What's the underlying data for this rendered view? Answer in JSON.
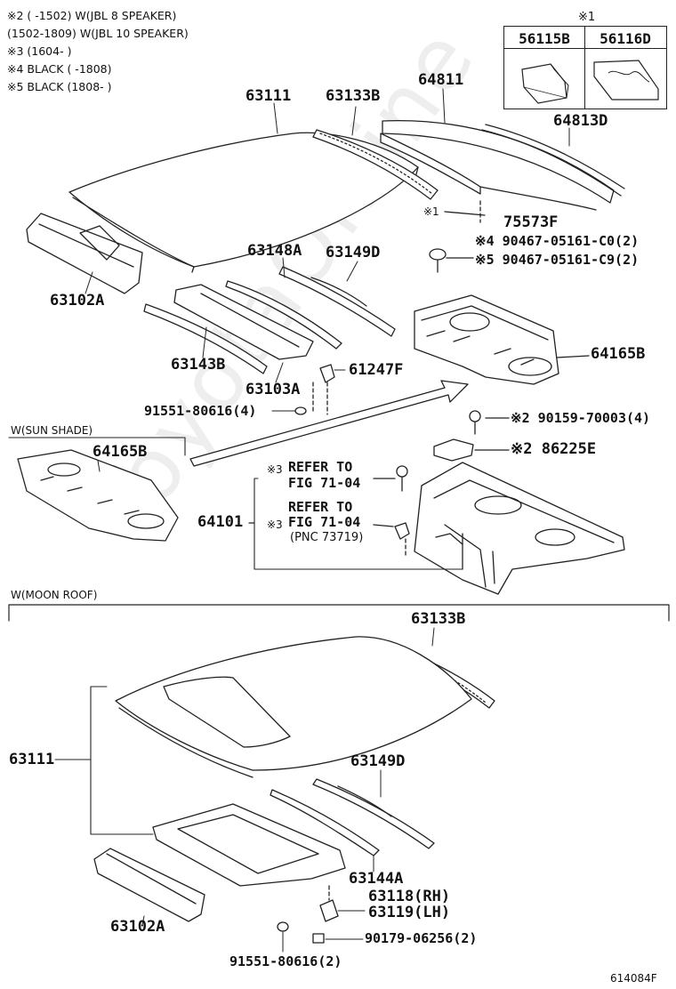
{
  "notes": [
    "※2 (       -1502) W(JBL 8 SPEAKER)",
    "     (1502-1809) W(JBL 10 SPEAKER)",
    "※3 (1604-       )",
    "※4 BLACK (       -1808)",
    "※5 BLACK (1808-       )"
  ],
  "legend": {
    "marker": "※1",
    "col1": "56115B",
    "col2": "56116D"
  },
  "sections": {
    "sun_shade": "W(SUN SHADE)",
    "moon_roof": "W(MOON ROOF)"
  },
  "parts_top": {
    "p63111": "63111",
    "p63133B": "63133B",
    "p64811": "64811",
    "p64813D": "64813D",
    "p75573F": "75573F",
    "p75573F_mark": "※1",
    "p90467_c0": "※4 90467-05161-C0(2)",
    "p90467_c9": "※5 90467-05161-C9(2)",
    "p63102A": "63102A",
    "p63148A": "63148A",
    "p63149D": "63149D",
    "p63143B": "63143B",
    "p63103A": "63103A",
    "p61247F": "61247F",
    "p91551": "91551-80616(4)",
    "p64165B": "64165B",
    "p90159": "※2 90159-70003(4)",
    "p86225E": "※2 86225E",
    "sun_64165B": "64165B",
    "p64101": "64101",
    "ref1_mark": "※3",
    "ref1_a": "REFER TO",
    "ref1_b": "FIG 71-04",
    "ref2_mark": "※3",
    "ref2_a": "REFER TO",
    "ref2_b": "FIG 71-04",
    "ref2_c": "(PNC 73719)"
  },
  "parts_moon": {
    "p63133B": "63133B",
    "p63111": "63111",
    "p63149D": "63149D",
    "p63144A": "63144A",
    "p63118": "63118(RH)",
    "p63119": "63119(LH)",
    "p63102A": "63102A",
    "p90179": "90179-06256(2)",
    "p91551": "91551-80616(2)"
  },
  "figure_id": "614084F",
  "watermark": "ToyotaOnline"
}
